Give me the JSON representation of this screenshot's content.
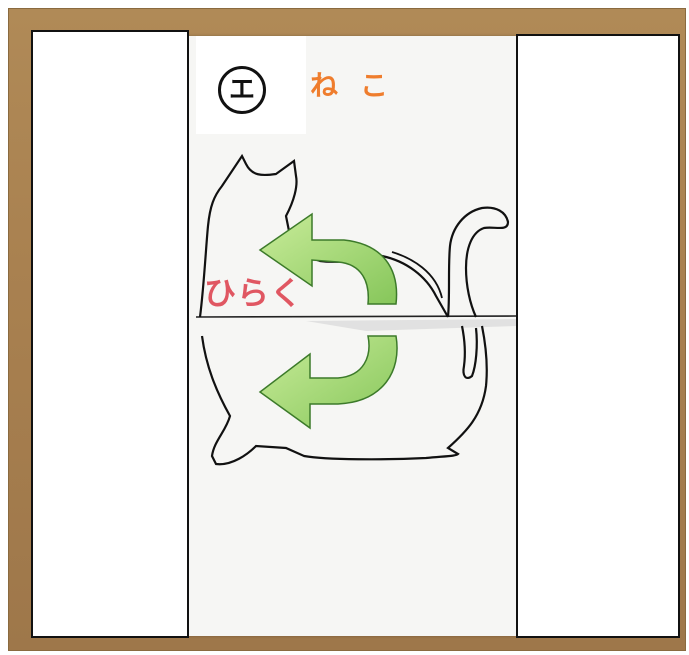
{
  "card": {
    "circled_label": "エ",
    "title": "ねこ",
    "instruction": "ひらく"
  },
  "colors": {
    "cardboard": "#a98150",
    "arrow_fill": "#9bd46d",
    "arrow_stroke": "#3c7a2a",
    "title_color": "#ef7d2d",
    "instruction_color": "#e05762",
    "outline": "#111111"
  },
  "icons": [
    "cat-outline-icon",
    "curved-arrow-top-icon",
    "curved-arrow-bottom-icon"
  ]
}
